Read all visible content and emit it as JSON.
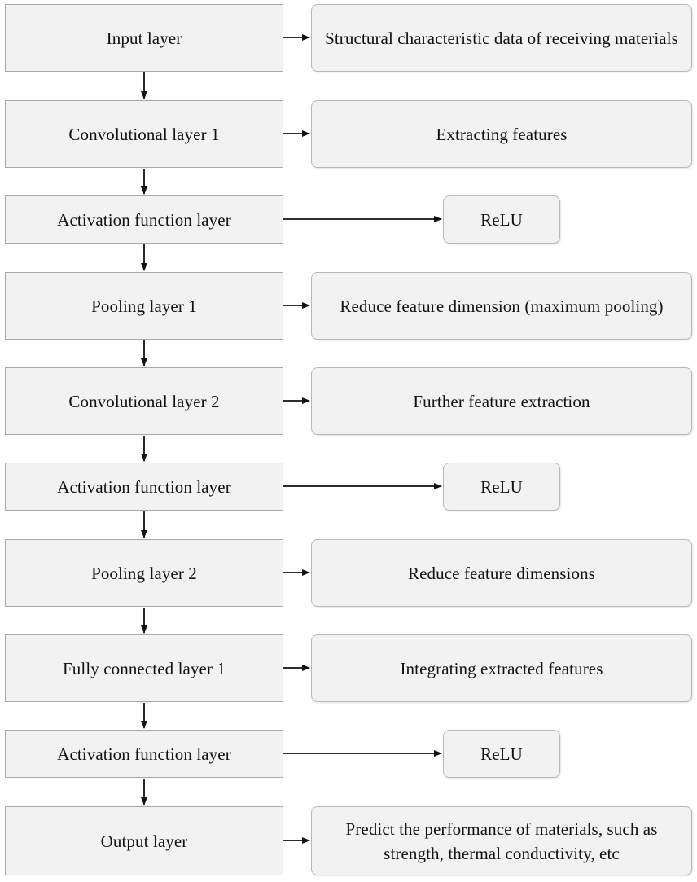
{
  "layers": [
    {
      "label": "Input layer"
    },
    {
      "label": "Convolutional layer 1"
    },
    {
      "label": "Activation function layer"
    },
    {
      "label": "Pooling layer 1"
    },
    {
      "label": "Convolutional layer 2"
    },
    {
      "label": "Activation function layer"
    },
    {
      "label": "Pooling layer 2"
    },
    {
      "label": "Fully connected layer 1"
    },
    {
      "label": "Activation function layer"
    },
    {
      "label": "Output layer"
    }
  ],
  "descriptions": [
    {
      "label": "Structural characteristic data of receiving materials"
    },
    {
      "label": "Extracting features"
    },
    {
      "label": "ReLU"
    },
    {
      "label": "Reduce feature dimension (maximum pooling)"
    },
    {
      "label": "Further feature extraction"
    },
    {
      "label": "ReLU"
    },
    {
      "label": "Reduce feature dimensions"
    },
    {
      "label": "Integrating extracted features"
    },
    {
      "label": "ReLU"
    },
    {
      "label": "Predict the performance of materials, such as strength, thermal conductivity, etc"
    }
  ],
  "colors": {
    "box_fill": "#f2f2f2",
    "box_border": "#a9a9a9",
    "arrow": "#111111"
  }
}
